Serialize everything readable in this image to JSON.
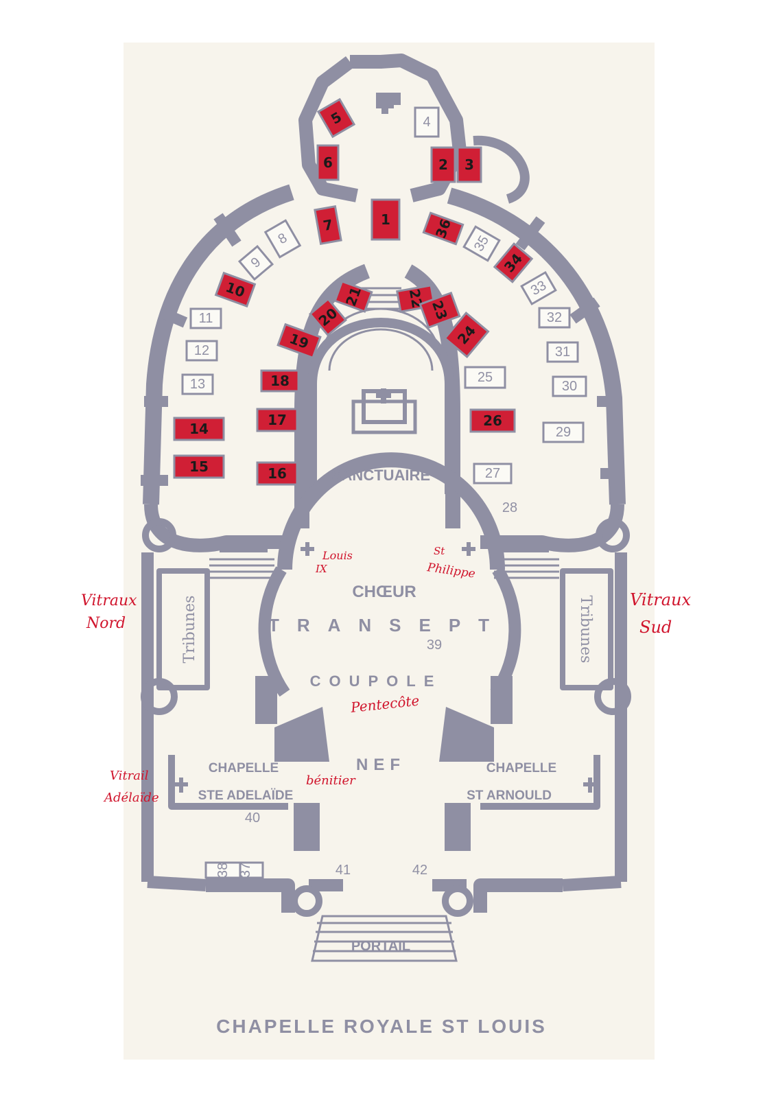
{
  "plan": {
    "title": "CHAPELLE ROYALE ST LOUIS",
    "areas": {
      "sanctuaire": "SANCTUAIRE",
      "choeur": "CHŒUR",
      "transept": "TRANSEPT",
      "coupole": "COUPOLE",
      "nef": "NEF",
      "portail": "PORTAIL",
      "tribunes_left": "Tribunes",
      "tribunes_right": "Tribunes",
      "chapelle_left": "CHAPELLE",
      "chapelle_left_name": "STE ADELAÏDE",
      "chapelle_right": "CHAPELLE",
      "chapelle_right_name": "ST ARNOULD"
    },
    "windows": [
      {
        "n": "1",
        "highlighted": true
      },
      {
        "n": "2",
        "highlighted": true
      },
      {
        "n": "3",
        "highlighted": true
      },
      {
        "n": "4",
        "highlighted": false
      },
      {
        "n": "5",
        "highlighted": true
      },
      {
        "n": "6",
        "highlighted": true
      },
      {
        "n": "7",
        "highlighted": true
      },
      {
        "n": "8",
        "highlighted": false
      },
      {
        "n": "9",
        "highlighted": false
      },
      {
        "n": "10",
        "highlighted": true
      },
      {
        "n": "11",
        "highlighted": false
      },
      {
        "n": "12",
        "highlighted": false
      },
      {
        "n": "13",
        "highlighted": false
      },
      {
        "n": "14",
        "highlighted": true
      },
      {
        "n": "15",
        "highlighted": true
      },
      {
        "n": "16",
        "highlighted": true
      },
      {
        "n": "17",
        "highlighted": true
      },
      {
        "n": "18",
        "highlighted": true
      },
      {
        "n": "19",
        "highlighted": true
      },
      {
        "n": "20",
        "highlighted": true
      },
      {
        "n": "21",
        "highlighted": true
      },
      {
        "n": "22",
        "highlighted": true
      },
      {
        "n": "23",
        "highlighted": true
      },
      {
        "n": "24",
        "highlighted": true
      },
      {
        "n": "25",
        "highlighted": false
      },
      {
        "n": "26",
        "highlighted": true
      },
      {
        "n": "27",
        "highlighted": false
      },
      {
        "n": "28",
        "highlighted": false
      },
      {
        "n": "29",
        "highlighted": false
      },
      {
        "n": "30",
        "highlighted": false
      },
      {
        "n": "31",
        "highlighted": false
      },
      {
        "n": "32",
        "highlighted": false
      },
      {
        "n": "33",
        "highlighted": false
      },
      {
        "n": "34",
        "highlighted": true
      },
      {
        "n": "35",
        "highlighted": false
      },
      {
        "n": "36",
        "highlighted": true
      },
      {
        "n": "37",
        "highlighted": false
      },
      {
        "n": "38",
        "highlighted": false
      },
      {
        "n": "39",
        "highlighted": false
      },
      {
        "n": "40",
        "highlighted": false
      },
      {
        "n": "41",
        "highlighted": false
      },
      {
        "n": "42",
        "highlighted": false
      }
    ]
  },
  "annotations": {
    "vitraux_nord": [
      "Vitraux",
      "Nord"
    ],
    "vitraux_sud": [
      "Vitraux",
      "Sud"
    ],
    "vitrail_adelaide": [
      "Vitrail",
      "Adélaïde"
    ],
    "louis_ix": [
      "Louis",
      "IX"
    ],
    "st_philippe": [
      "St",
      "Philippe"
    ],
    "pentecote": "Pentecôte",
    "benitier": "bénitier"
  },
  "colors": {
    "wall": "#8f8fa3",
    "paper": "#f7f4ec",
    "highlight": "#d01f35",
    "ink": "#d0142c"
  }
}
